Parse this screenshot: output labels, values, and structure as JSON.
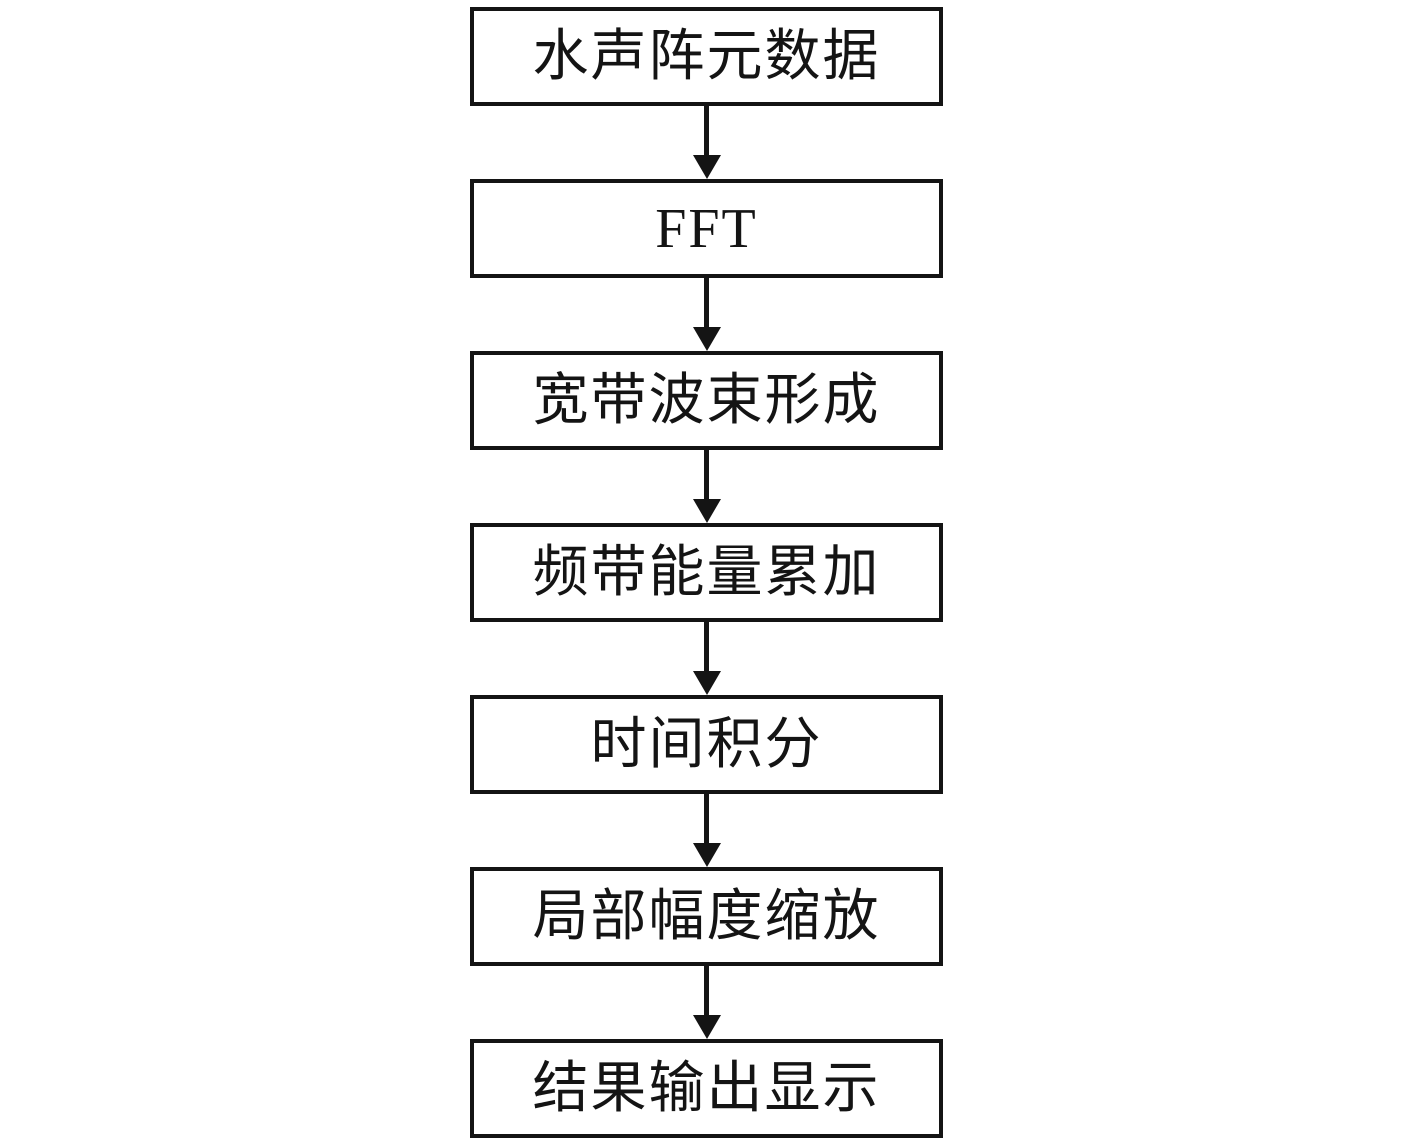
{
  "flowchart": {
    "type": "vertical-flow",
    "nodes": [
      {
        "id": "array-data",
        "label": "水声阵元数据"
      },
      {
        "id": "fft",
        "label": "FFT"
      },
      {
        "id": "broadband-beamforming",
        "label": "宽带波束形成"
      },
      {
        "id": "band-energy-sum",
        "label": "频带能量累加"
      },
      {
        "id": "time-integration",
        "label": "时间积分"
      },
      {
        "id": "local-amp-scaling",
        "label": "局部幅度缩放"
      },
      {
        "id": "result-output",
        "label": "结果输出显示"
      }
    ],
    "edges": [
      {
        "from": "array-data",
        "to": "fft"
      },
      {
        "from": "fft",
        "to": "broadband-beamforming"
      },
      {
        "from": "broadband-beamforming",
        "to": "band-energy-sum"
      },
      {
        "from": "band-energy-sum",
        "to": "time-integration"
      },
      {
        "from": "time-integration",
        "to": "local-amp-scaling"
      },
      {
        "from": "local-amp-scaling",
        "to": "result-output"
      }
    ],
    "colors": {
      "background": "#ffffff",
      "node_background": "#ffffff",
      "line": "#141414",
      "text": "#141414"
    }
  }
}
